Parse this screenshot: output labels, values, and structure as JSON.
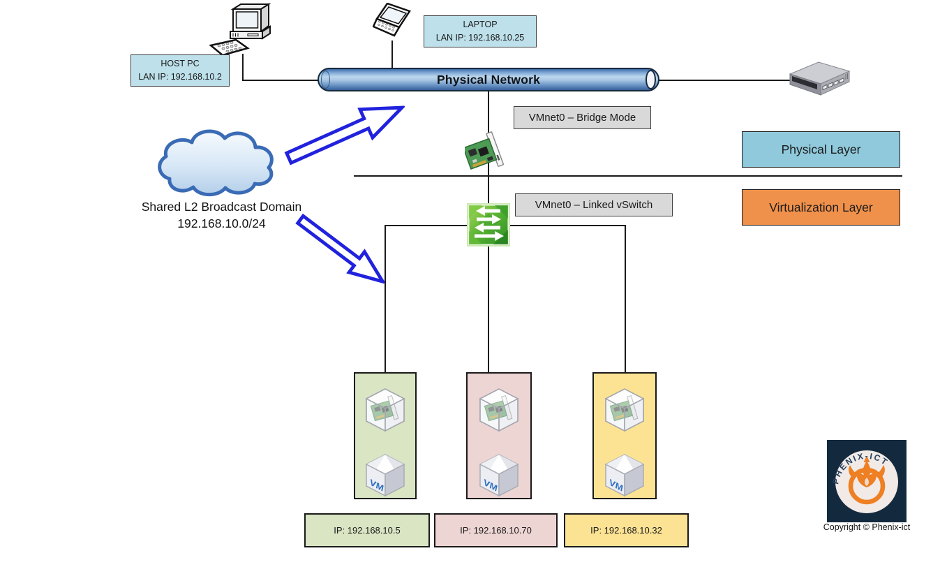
{
  "diagram": {
    "physical": {
      "host_pc": {
        "name": "HOST PC",
        "ip": "LAN IP: 192.168.10.2"
      },
      "laptop": {
        "name": "LAPTOP",
        "ip": "LAN IP: 192.168.10.25"
      },
      "network_bus_label": "Physical Network",
      "bridge_label": "VMnet0 – Bridge Mode",
      "layer_label": "Physical Layer"
    },
    "virtual": {
      "vswitch_label": "VMnet0 – Linked vSwitch",
      "layer_label": "Virtualization Layer",
      "vms": [
        {
          "ip": "IP: 192.168.10.5",
          "color": "#D9E5C3"
        },
        {
          "ip": "IP: 192.168.10.70",
          "color": "#EDD5D4"
        },
        {
          "ip": "IP: 192.168.10.32",
          "color": "#FCE394"
        }
      ]
    },
    "cloud": {
      "line1": "Shared L2 Broadcast Domain",
      "line2": "192.168.10.0/24"
    }
  },
  "icons": {
    "vm_label": "VM",
    "names": [
      "desktop-pc-icon",
      "laptop-icon",
      "network-switch-icon",
      "nic-card-icon",
      "vswitch-icon",
      "vm-nic-cube-icon",
      "vm-cube-icon",
      "cloud-shape",
      "block-arrow",
      "phenix-ict-logo"
    ]
  },
  "footer": {
    "logo_text": "PHENIX-ICT",
    "copyright": "Copyright © Phenix-ict"
  },
  "colors": {
    "label_blue": "#BDE0EA",
    "layer_blue": "#8FC9DB",
    "layer_orange": "#F0914B",
    "label_gray": "#D9D9D9",
    "vm_green": "#D9E5C3",
    "vm_pink": "#EDD5D4",
    "vm_yellow": "#FCE394",
    "arrow_blue": "#2122DD",
    "cloud_stroke": "#3A6BB5",
    "cylinder_blue": "#7CA6D4",
    "logo_navy": "#132A3E",
    "logo_orange": "#EE7F22"
  }
}
